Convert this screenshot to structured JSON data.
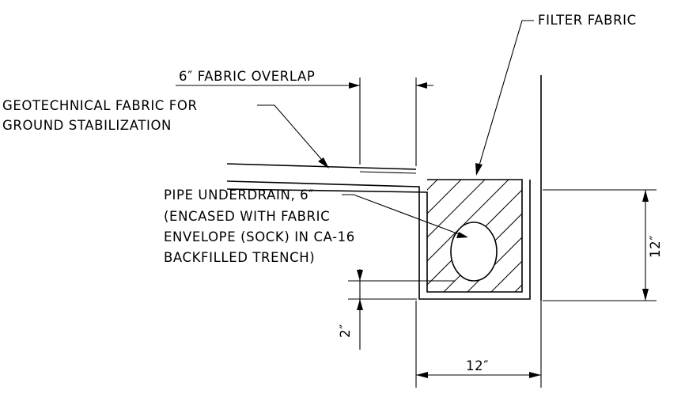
{
  "labels": {
    "filter_fabric": "FILTER FABRIC",
    "fabric_overlap": "6″ FABRIC OVERLAP",
    "geotech_line1": "GEOTECHNICAL FABRIC FOR",
    "geotech_line2": "GROUND STABILIZATION",
    "pipe_line1": "PIPE UNDERDRAIN, 6″",
    "pipe_line2": "(ENCASED WITH FABRIC",
    "pipe_line3": "ENVELOPE (SOCK) IN CA-16",
    "pipe_line4": "BACKFILLED TRENCH)"
  },
  "dimensions": {
    "depth": "12″",
    "bottom_offset": "2″",
    "width": "12″"
  }
}
